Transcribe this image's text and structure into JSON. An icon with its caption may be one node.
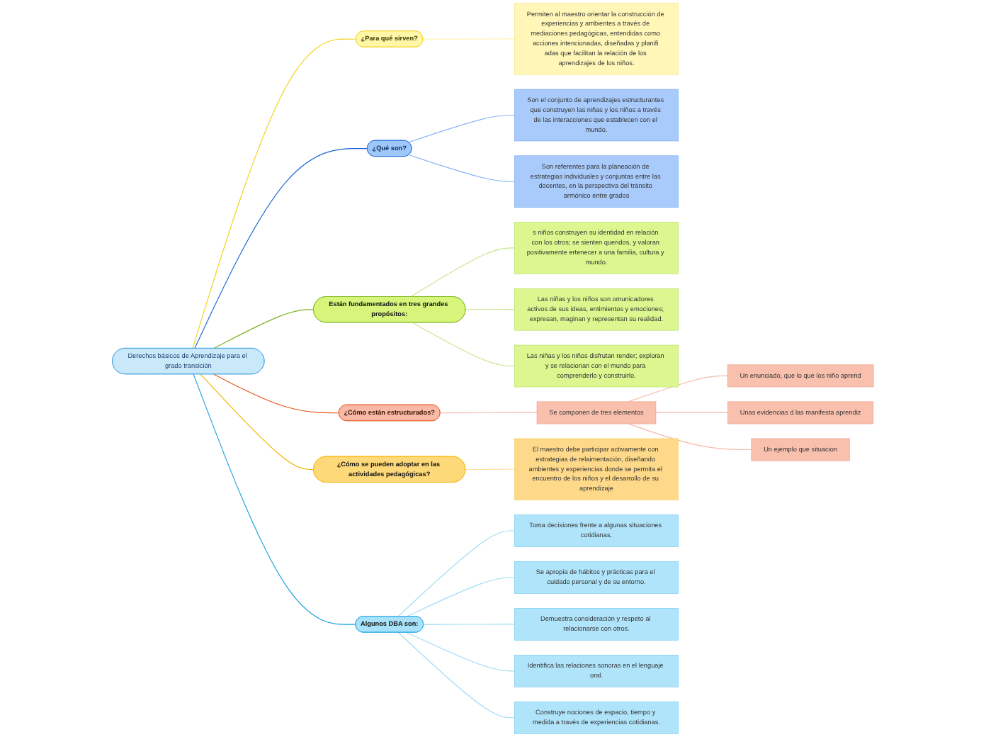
{
  "diagram": {
    "nodes": [
      {
        "text": [
          "Derechos básicos de Aprendizaje para el grado transición"
        ]
      },
      {
        "text": [
          "¿Para qué sirven?"
        ]
      },
      {
        "text": [
          "Permiten al maestro orientar la construcción de experiencias y ambientes a través de mediaciones pedagógicas, entendidas como acciones intencionadas, diseñadas y planifi adas que facilitan la relación de los aprendizajes de los niños."
        ]
      },
      {
        "text": [
          "¿Qué son?"
        ]
      },
      {
        "text": [
          "Son el conjunto de aprendizajes estructurantes que construyen las niñas y los niños a través de las interacciones que establecen con el mundo."
        ]
      },
      {
        "text": [
          "Son referentes para la planeación de estrategias individuales y conjuntas entre las docentes, en la perspectiva del tránsito armónico entre grados"
        ]
      },
      {
        "text": [
          "Están fundamentados en tres grandes propósitos:"
        ]
      },
      {
        "text": [
          "s niños construyen su identidad en relación con los otros; se sienten queridos, y valoran positivamente ertenecer a una familia, cultura y mundo."
        ]
      },
      {
        "text": [
          "Las niñas y los niños son omunicadores activos de sus ideas, entimientos y emociones; expresan, maginan y representan su realidad."
        ]
      },
      {
        "text": [
          "Las niñas y los niños disfrutan render; exploran y se relacionan con el mundo para comprenderlo y construirlo."
        ]
      },
      {
        "text": [
          "¿Cómo están estructurados?"
        ]
      },
      {
        "text": [
          "Se componen de tres elementos"
        ]
      },
      {
        "text": [
          "Un enunciado, que lo que los niño aprend"
        ]
      },
      {
        "text": [
          "Unas evidencias d las manifesta aprendiz"
        ]
      },
      {
        "text": [
          "Un ejemplo que situacion"
        ]
      },
      {
        "text": [
          "¿Cómo se pueden adoptar en las actividades pedagógicas?"
        ]
      },
      {
        "text": [
          "El maestro debe participar activamente con estrategias de relaimentación, diseñando ambientes y experiencias donde se permita el encuentro de los niños y el desarrollo de su aprendizaje"
        ]
      },
      {
        "text": [
          "Algunos DBA son:"
        ]
      },
      {
        "text": [
          "Toma decisiones frente a algunas situaciones cotidianas."
        ]
      },
      {
        "text": [
          "Se apropia de hábitos y prácticas para el cuidado personal y de su entorno."
        ]
      },
      {
        "text": [
          "Demuestra consideración y respeto al relacionarse con otros."
        ]
      },
      {
        "text": [
          "Identifica las relaciones sonoras en el lenguaje oral."
        ]
      },
      {
        "text": [
          "Construye nociones de espacio, tiempo y medida a través de experiencias cotidianas."
        ]
      }
    ],
    "edges": [
      {
        "from": 0,
        "to": 1,
        "arrow": "none",
        "color": "#f2d21b"
      },
      {
        "from": 1,
        "to": 2,
        "arrow": "none",
        "color": "#fff2b0"
      },
      {
        "from": 0,
        "to": 3,
        "arrow": "none",
        "color": "#1a64d6"
      },
      {
        "from": 3,
        "to": 4,
        "arrow": "none",
        "color": "#8ab4f8"
      },
      {
        "from": 3,
        "to": 5,
        "arrow": "none",
        "color": "#8ab4f8"
      },
      {
        "from": 0,
        "to": 6,
        "arrow": "none",
        "color": "#79b51c"
      },
      {
        "from": 6,
        "to": 7,
        "arrow": "none",
        "color": "#c8e68c"
      },
      {
        "from": 6,
        "to": 8,
        "arrow": "none",
        "color": "#c8e68c"
      },
      {
        "from": 6,
        "to": 9,
        "arrow": "none",
        "color": "#c8e68c"
      },
      {
        "from": 0,
        "to": 10,
        "arrow": "none",
        "color": "#e8541e"
      },
      {
        "from": 10,
        "to": 11,
        "arrow": "none",
        "color": "#f6b8a6"
      },
      {
        "from": 11,
        "to": 12,
        "arrow": "none",
        "color": "#f6b8a6"
      },
      {
        "from": 11,
        "to": 13,
        "arrow": "none",
        "color": "#f6b8a6"
      },
      {
        "from": 11,
        "to": 14,
        "arrow": "none",
        "color": "#f6b8a6"
      },
      {
        "from": 0,
        "to": 15,
        "arrow": "none",
        "color": "#f5b400"
      },
      {
        "from": 15,
        "to": 16,
        "arrow": "none",
        "color": "#fde3a0"
      },
      {
        "from": 0,
        "to": 17,
        "arrow": "none",
        "color": "#1ba1e2"
      },
      {
        "from": 17,
        "to": 18,
        "arrow": "none",
        "color": "#9fdcf5"
      },
      {
        "from": 17,
        "to": 19,
        "arrow": "none",
        "color": "#9fdcf5"
      },
      {
        "from": 17,
        "to": 20,
        "arrow": "none",
        "color": "#9fdcf5"
      },
      {
        "from": 17,
        "to": 21,
        "arrow": "none",
        "color": "#9fdcf5"
      },
      {
        "from": 17,
        "to": 22,
        "arrow": "none",
        "color": "#9fdcf5"
      }
    ]
  }
}
